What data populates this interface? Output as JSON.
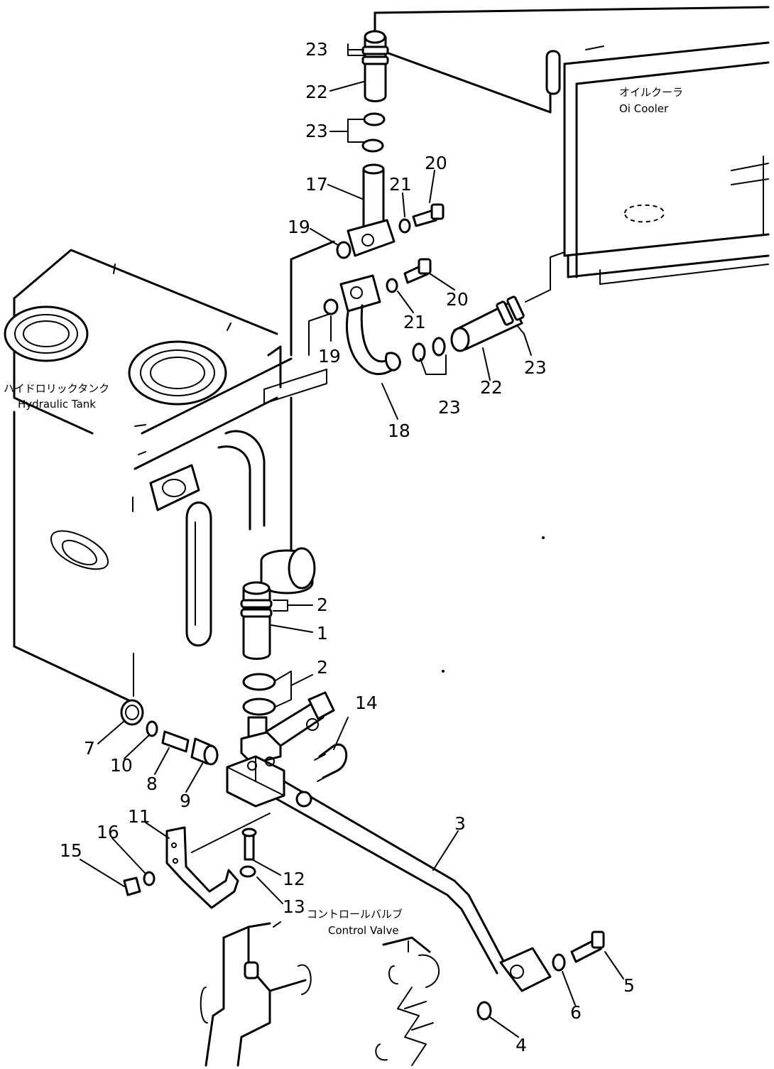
{
  "components": {
    "hydraulic_tank": {
      "label_jp": "ハイドロリックタンク",
      "label_en": "Hydraulic Tank"
    },
    "oil_cooler": {
      "label_jp": "オイルクーラ",
      "label_en": "Oi Cooler"
    },
    "control_valve": {
      "label_jp": "コントロールバルブ",
      "label_en": "Control Valve"
    }
  },
  "callouts": [
    "23",
    "22",
    "23",
    "17",
    "21",
    "20",
    "19",
    "19",
    "21",
    "20",
    "22",
    "23",
    "23",
    "18",
    "2",
    "1",
    "2",
    "14",
    "7",
    "10",
    "8",
    "9",
    "3",
    "11",
    "16",
    "15",
    "12",
    "13",
    "5",
    "6",
    "4"
  ]
}
